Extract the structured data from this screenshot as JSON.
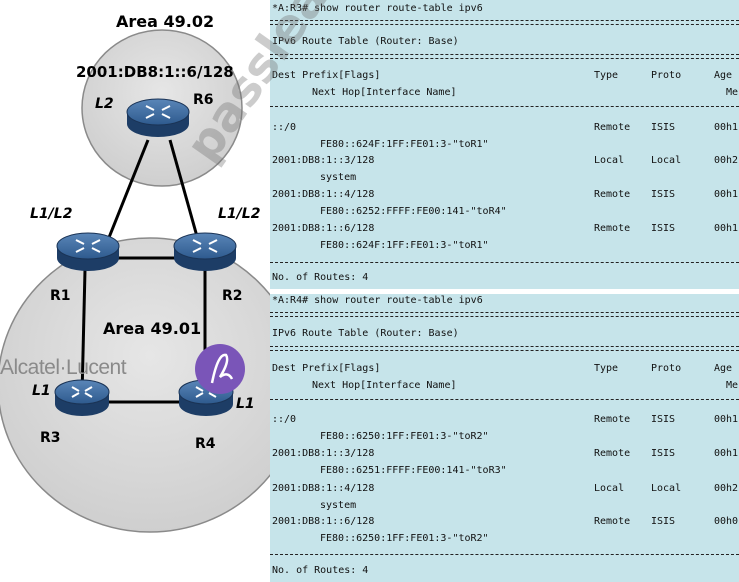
{
  "diagram": {
    "area_top": {
      "title": "Area 49.02",
      "prefix": "2001:DB8:1::6/128"
    },
    "area_bottom": {
      "title": "Area 49.01"
    },
    "routers": [
      {
        "name": "R6",
        "level": "L2"
      },
      {
        "name": "R1",
        "level": "L1/L2"
      },
      {
        "name": "R2",
        "level": "L1/L2"
      },
      {
        "name": "R3",
        "level": "L1"
      },
      {
        "name": "R4",
        "level": "L1"
      }
    ],
    "brand": "Alcatel·Lucent"
  },
  "watermark": "passleader.com",
  "tables": [
    {
      "prompt": "*A:R3# show router route-table ipv6",
      "title": "IPv6 Route Table (Router: Base)",
      "headers": {
        "dest": "Dest Prefix[Flags]",
        "nexthop": "Next Hop[Interface Name]",
        "type": "Type",
        "proto": "Proto",
        "age": "Age",
        "age2": "Me"
      },
      "routes": [
        {
          "prefix": "::/0",
          "nexthop": "FE80::624F:1FF:FE01:3-\"toR1\"",
          "type": "Remote",
          "proto": "ISIS",
          "age": "00h1"
        },
        {
          "prefix": "2001:DB8:1::3/128",
          "nexthop": "system",
          "type": "Local",
          "proto": "Local",
          "age": "00h2"
        },
        {
          "prefix": "2001:DB8:1::4/128",
          "nexthop": "FE80::6252:FFFF:FE00:141-\"toR4\"",
          "type": "Remote",
          "proto": "ISIS",
          "age": "00h1"
        },
        {
          "prefix": "2001:DB8:1::6/128",
          "nexthop": "FE80::624F:1FF:FE01:3-\"toR1\"",
          "type": "Remote",
          "proto": "ISIS",
          "age": "00h1"
        }
      ],
      "footer": "No. of Routes: 4"
    },
    {
      "prompt": "*A:R4# show router route-table ipv6",
      "title": "IPv6 Route Table (Router: Base)",
      "headers": {
        "dest": "Dest Prefix[Flags]",
        "nexthop": "Next Hop[Interface Name]",
        "type": "Type",
        "proto": "Proto",
        "age": "Age",
        "age2": "Me"
      },
      "routes": [
        {
          "prefix": "::/0",
          "nexthop": "FE80::6250:1FF:FE01:3-\"toR2\"",
          "type": "Remote",
          "proto": "ISIS",
          "age": "00h1"
        },
        {
          "prefix": "2001:DB8:1::3/128",
          "nexthop": "FE80::6251:FFFF:FE00:141-\"toR3\"",
          "type": "Remote",
          "proto": "ISIS",
          "age": "00h1"
        },
        {
          "prefix": "2001:DB8:1::4/128",
          "nexthop": "system",
          "type": "Local",
          "proto": "Local",
          "age": "00h2"
        },
        {
          "prefix": "2001:DB8:1::6/128",
          "nexthop": "FE80::6250:1FF:FE01:3-\"toR2\"",
          "type": "Remote",
          "proto": "ISIS",
          "age": "00h0"
        }
      ],
      "footer": "No. of Routes: 4"
    }
  ]
}
